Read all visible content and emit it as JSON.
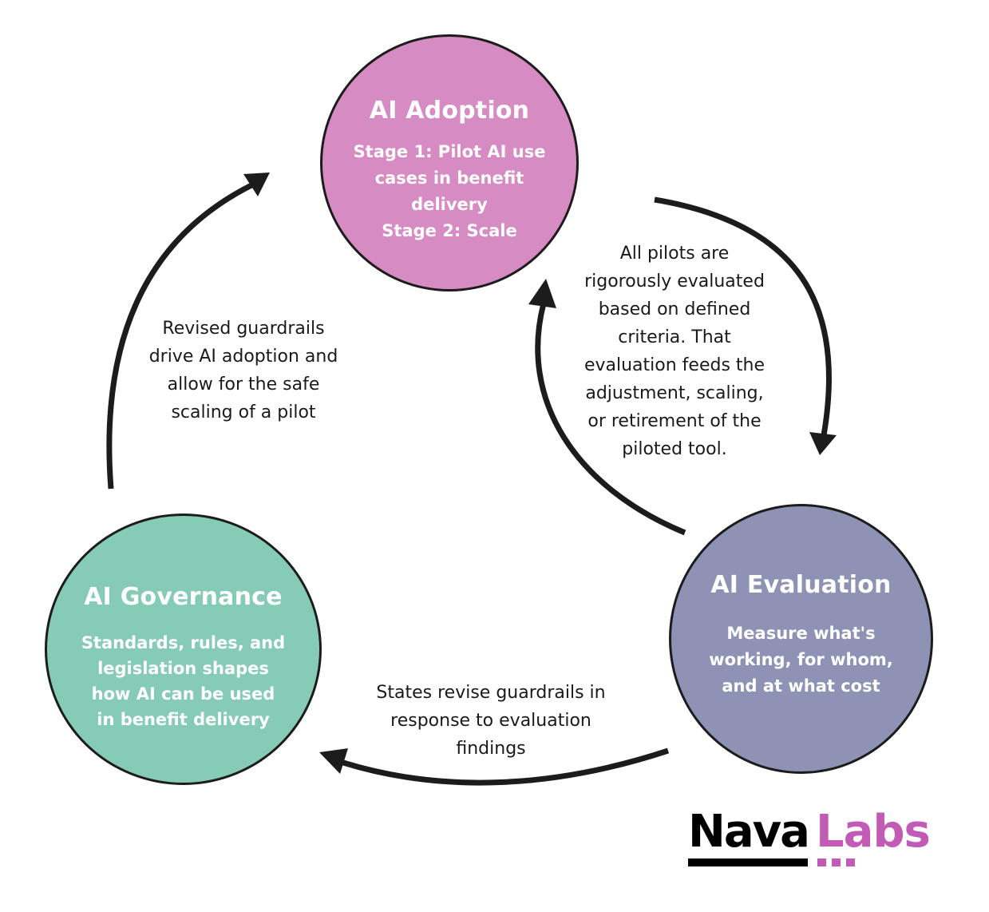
{
  "colors": {
    "adoption": "#d78bc3",
    "governance": "#85cbb5",
    "evaluation": "#8e92b4",
    "stroke": "#1c1c1c",
    "labs": "#c25bb6"
  },
  "nodes": {
    "adoption": {
      "title": "AI Adoption",
      "body": "Stage 1: Pilot AI use\ncases in benefit\ndelivery\nStage 2: Scale"
    },
    "governance": {
      "title": "AI Governance",
      "body": "Standards, rules, and\nlegislation shapes\nhow AI can be used\nin benefit delivery"
    },
    "evaluation": {
      "title": "AI Evaluation",
      "body": "Measure what's\nworking, for whom,\nand at what cost"
    }
  },
  "captions": {
    "adoption_to_evaluation": "All pilots are\nrigorously evaluated\nbased on defined\ncriteria. That\nevaluation feeds the\nadjustment, scaling,\nor retirement of the\npiloted tool.",
    "governance_to_adoption": "Revised guardrails\ndrive AI adoption and\nallow for the safe\nscaling of a pilot",
    "evaluation_to_governance": "States revise guardrails in\nresponse to evaluation\nfindings"
  },
  "logo": {
    "word1": "Nava",
    "word2": "Labs"
  },
  "arrows": [
    {
      "from": "adoption",
      "to": "evaluation"
    },
    {
      "from": "evaluation",
      "to": "adoption"
    },
    {
      "from": "evaluation",
      "to": "governance"
    },
    {
      "from": "governance",
      "to": "adoption"
    }
  ]
}
